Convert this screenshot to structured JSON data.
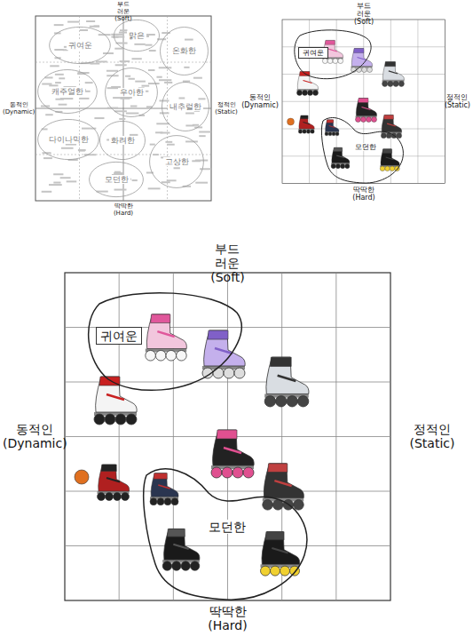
{
  "diagram": {
    "nodes": [
      {
        "text": [
          "귀여운"
        ]
      },
      {
        "text": [
          "맑은"
        ]
      },
      {
        "text": [
          "온화한"
        ]
      },
      {
        "text": [
          "캐주얼한"
        ]
      },
      {
        "text": [
          "우아한"
        ]
      },
      {
        "text": [
          "내추럴한"
        ]
      },
      {
        "text": [
          "다이나믹한"
        ]
      },
      {
        "text": [
          "화려한"
        ]
      },
      {
        "text": [
          "고상한"
        ]
      },
      {
        "text": [
          "모던한"
        ]
      },
      {
        "text": [
          "귀여운"
        ]
      },
      {
        "text": [
          "모던한"
        ]
      },
      {
        "text": [
          "귀여운"
        ]
      },
      {
        "text": [
          "모던한"
        ]
      }
    ],
    "labels": [
      "부드러운 (Soft)",
      "동적인 (Dynamic)",
      "정적인 (Static)",
      "딱딱한 (Hard)",
      "부드러운 (Soft)",
      "동적인 (Dynamic)",
      "정적인 (Static)",
      "딱딱한 (Hard)",
      "부드러운 (Soft)",
      "동적인 (Dynamic)",
      "정적인 (Static)",
      "딱딱한 (Hard)"
    ]
  }
}
